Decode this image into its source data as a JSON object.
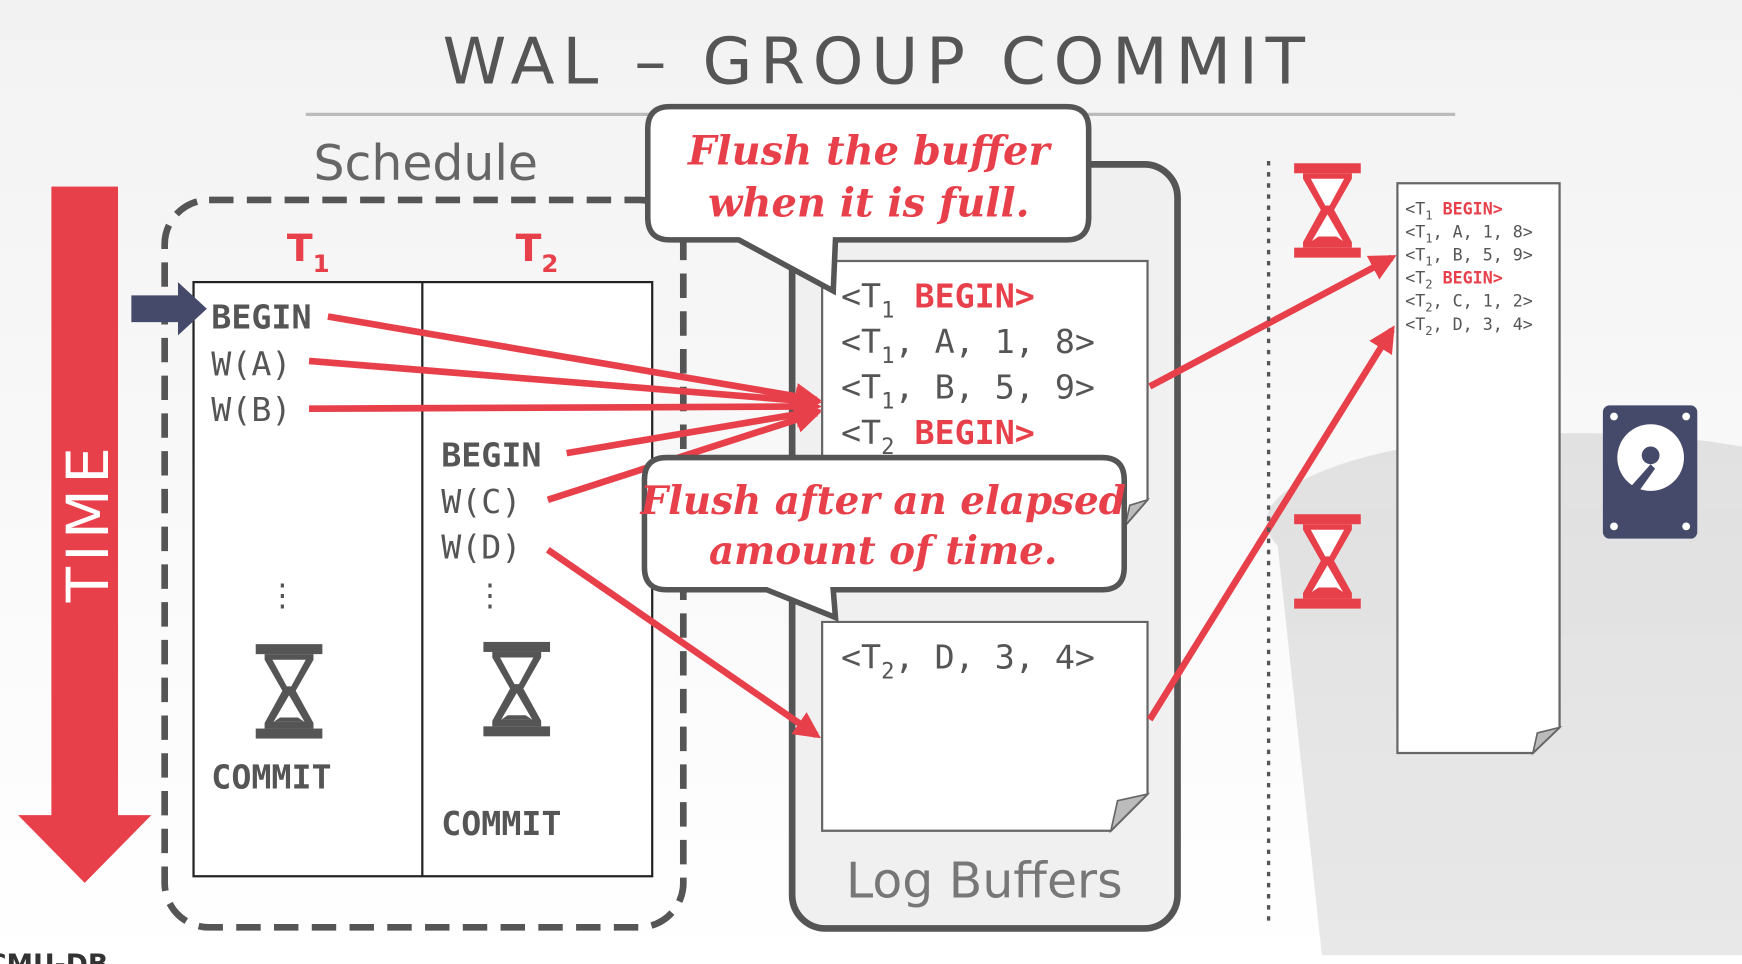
{
  "title": "WAL – GROUP COMMIT",
  "colors": {
    "accent": "#e8404a",
    "text": "#555555",
    "navy": "#464a6a"
  },
  "schedule": {
    "label": "Schedule",
    "t1": {
      "name": "T",
      "sub": "1",
      "ops": [
        "BEGIN",
        "W(A)",
        "W(B)"
      ],
      "ellipsis": "⋮",
      "commit": "COMMIT"
    },
    "t2": {
      "name": "T",
      "sub": "2",
      "ops": [
        "BEGIN",
        "W(C)",
        "W(D)"
      ],
      "ellipsis": "⋮",
      "commit": "COMMIT"
    }
  },
  "time_label": "TIME",
  "buffers": {
    "label": "Log Buffers",
    "page1": [
      {
        "t": "1",
        "rest": " BEGIN>",
        "begin": true
      },
      {
        "t": "1",
        "rest": ", A, 1, 8>"
      },
      {
        "t": "1",
        "rest": ", B, 5, 9>"
      },
      {
        "t": "2",
        "rest": " BEGIN>",
        "begin": true
      }
    ],
    "page2": [
      {
        "t": "2",
        "rest": ", D, 3, 4>"
      }
    ]
  },
  "callouts": {
    "full": [
      "Flush the buffer",
      "when it is full."
    ],
    "time": [
      "Flush after an elapsed",
      "amount of time."
    ]
  },
  "log": [
    {
      "t": "1",
      "rest": " BEGIN>",
      "begin": true
    },
    {
      "t": "1",
      "rest": ", A, 1, 8>"
    },
    {
      "t": "1",
      "rest": ", B, 5, 9>"
    },
    {
      "t": "2",
      "rest": " BEGIN>",
      "begin": true
    },
    {
      "t": "2",
      "rest": ", C, 1, 2>"
    },
    {
      "t": "2",
      "rest": ", D, 3, 4>"
    }
  ],
  "footer": "CMU-DB",
  "icons": [
    "hourglass-icon",
    "disk-icon",
    "arrow-right-icon",
    "time-arrow-icon"
  ]
}
